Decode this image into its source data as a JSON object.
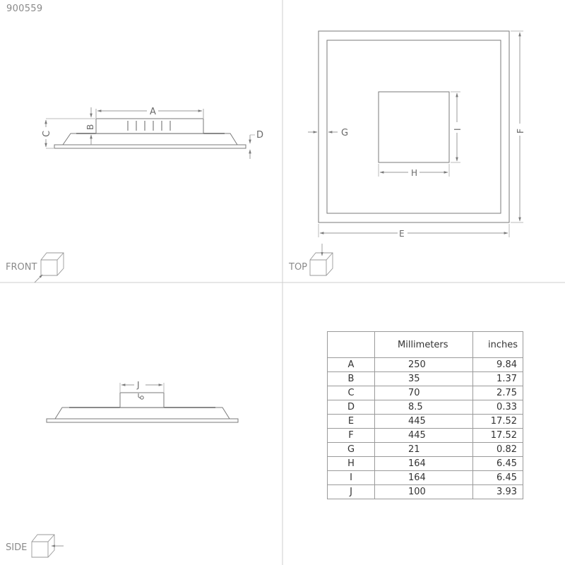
{
  "product_code": "900559",
  "views": {
    "front": {
      "label": "FRONT",
      "dims": [
        "A",
        "B",
        "C",
        "D"
      ]
    },
    "top": {
      "label": "TOP",
      "dims": [
        "E",
        "F",
        "G",
        "H",
        "I"
      ]
    },
    "side": {
      "label": "SIDE",
      "dims": [
        "J"
      ]
    }
  },
  "dimension_labels": {
    "A": "A",
    "B": "B",
    "C": "C",
    "D": "D",
    "E": "E",
    "F": "F",
    "G": "G",
    "H": "H",
    "I": "I",
    "J": "J"
  },
  "table": {
    "headers": [
      "",
      "Millimeters",
      "inches"
    ],
    "rows": [
      {
        "dim": "A",
        "mm": "250",
        "in": "9.84"
      },
      {
        "dim": "B",
        "mm": "35",
        "in": "1.37"
      },
      {
        "dim": "C",
        "mm": "70",
        "in": "2.75"
      },
      {
        "dim": "D",
        "mm": "8.5",
        "in": "0.33"
      },
      {
        "dim": "E",
        "mm": "445",
        "in": "17.52"
      },
      {
        "dim": "F",
        "mm": "445",
        "in": "17.52"
      },
      {
        "dim": "G",
        "mm": "21",
        "in": "0.82"
      },
      {
        "dim": "H",
        "mm": "164",
        "in": "6.45"
      },
      {
        "dim": "I",
        "mm": "164",
        "in": "6.45"
      },
      {
        "dim": "J",
        "mm": "100",
        "in": "3.93"
      }
    ]
  },
  "colors": {
    "line": "#7a7a7a",
    "divider": "#c8c8c8",
    "text": "#6a6a6a"
  }
}
